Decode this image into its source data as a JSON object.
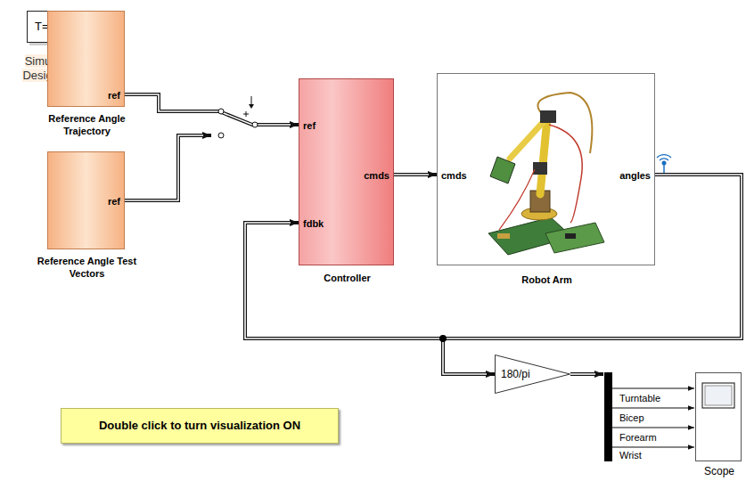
{
  "diagram": {
    "nodes": [
      {
        "text": [
          "T=3",
          "Simulink Control Design Snapshot"
        ]
      },
      {
        "text": [
          "ref",
          "Reference Angle Trajectory"
        ]
      },
      {
        "text": [
          "ref",
          "Reference Angle Test Vectors"
        ]
      },
      {
        "text": [
          "ref",
          "cmds",
          "fdbk",
          "Controller"
        ]
      },
      {
        "text": [
          "cmds",
          "angles",
          "Robot Arm"
        ]
      },
      {
        "text": [
          "180/pi"
        ]
      },
      {
        "text": [
          "Scope"
        ]
      },
      {
        "text": [
          "Double click to turn visualization ON"
        ]
      }
    ],
    "edges": [
      {
        "from": 1,
        "to": 3,
        "arrow": "to"
      },
      {
        "from": 3,
        "to": 4,
        "arrow": "to"
      },
      {
        "from": 4,
        "to": 3,
        "arrow": "to"
      },
      {
        "from": 4,
        "to": 5,
        "arrow": "to"
      }
    ],
    "labels": [
      "Turntable",
      "Bicep",
      "Forearm",
      "Wrist"
    ]
  }
}
